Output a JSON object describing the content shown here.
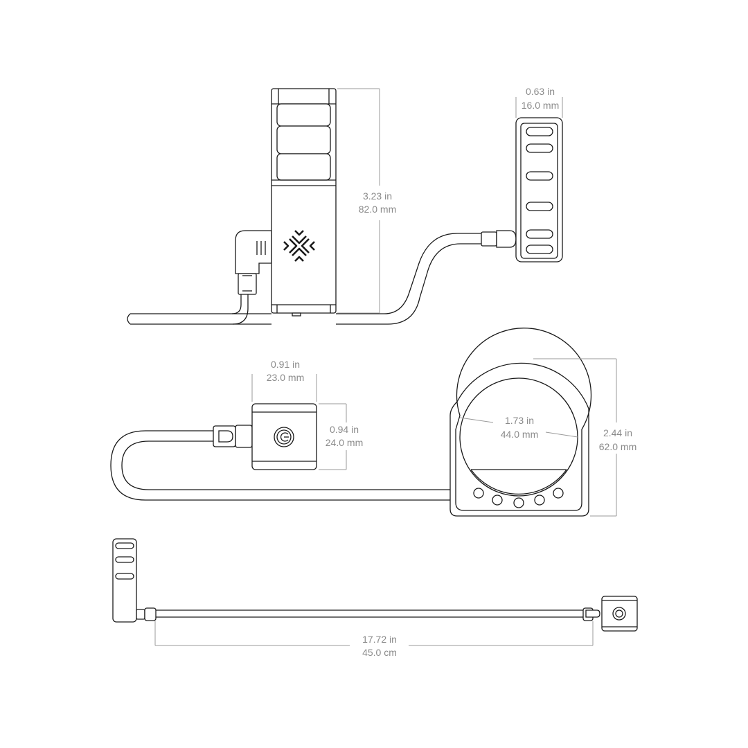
{
  "dimensions": {
    "height_in": "3.23 in",
    "height_mm": "82.0 mm",
    "mount_width_in": "0.63 in",
    "mount_width_mm": "16.0 mm",
    "button_width_in": "0.91 in",
    "button_width_mm": "23.0 mm",
    "button_height_in": "0.94 in",
    "button_height_mm": "24.0 mm",
    "ring_inner_in": "1.73 in",
    "ring_inner_mm": "44.0 mm",
    "ring_outer_in": "2.44 in",
    "ring_outer_mm": "62.0 mm",
    "cable_length_in": "17.72 in",
    "cable_length_cm": "45.0 cm"
  },
  "icons": {
    "logo": "x-arrows-logo-icon",
    "power": "power-icon"
  },
  "colors": {
    "line": "#1a1a1a",
    "dimension": "#9a9a9a",
    "text": "#8a8a8a",
    "background": "#ffffff"
  }
}
